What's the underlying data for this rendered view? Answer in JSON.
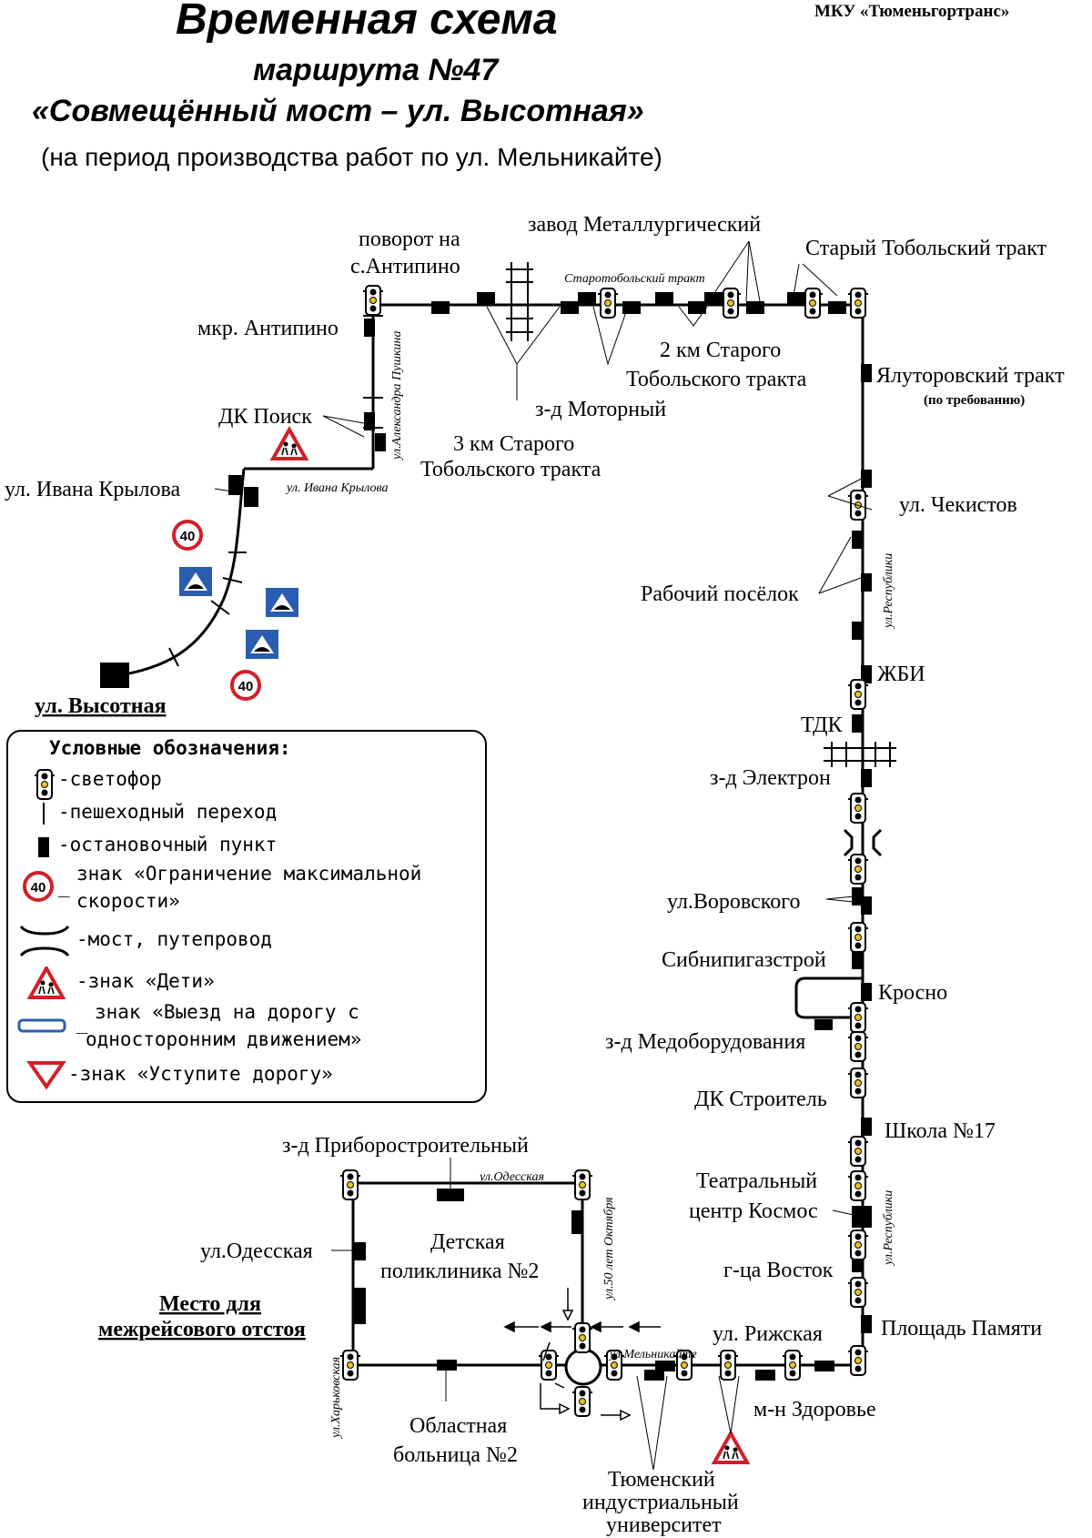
{
  "header": {
    "org": "МКУ «Тюменьгортранс»",
    "title1": "Временная схема",
    "title2": "маршрута №47",
    "title3": "«Совмещённый мост – ул. Высотная»",
    "subtitle": "(на период производства работ по ул. Мельникайте)"
  },
  "stops": {
    "antipino_turn_1": "поворот на",
    "antipino_turn_2": "с.Антипино",
    "zavod_met": "завод Металлургический",
    "old_tob": "Старый Тобольский тракт",
    "mkr_antipino": "мкр. Антипино",
    "dk_poisk": "ДК Поиск",
    "iv_krylova": "ул. Ивана Крылова",
    "vysotnaya": "ул. Высотная",
    "km3_1": "3 км Старого",
    "km3_2": "Тобольского тракта",
    "motorny": "з-д Моторный",
    "km2_1": "2 км Старого",
    "km2_2": "Тобольского тракта",
    "yalutor": "Ялуторовский тракт",
    "yalutor_note": "(по требованию)",
    "chekistov": "ул. Чекистов",
    "rab_pos": "Рабочий посёлок",
    "zhbi": "ЖБИ",
    "tdk": "ТДК",
    "elektron": "з-д Электрон",
    "vorovsk": "ул.Воровского",
    "sibnipi": "Сибнипигазстрой",
    "krosno": "Кросно",
    "medob": "з-д Медоборудования",
    "dk_stroit": "ДК Строитель",
    "shkola17": "Школа №17",
    "teatr_1": "Театральный",
    "teatr_2": "центр Космос",
    "vostok": "г-ца Восток",
    "pl_pamyati": "Площадь Памяти",
    "rizhskaya": "ул. Рижская",
    "zdorovie": "м-н Здоровье",
    "tiu_1": "Тюменский",
    "tiu_2": "индустриальный",
    "tiu_3": "университет",
    "obl_bol_1": "Областная",
    "obl_bol_2": "больница №2",
    "det_pol_1": "Детская",
    "det_pol_2": "поликлиника №2",
    "priborostr": "з-д Приборостроительный",
    "odesskaya": "ул.Одесская",
    "mesto_1": "Место для",
    "mesto_2": "межрейсового отстоя"
  },
  "streets": {
    "starotob": "Старотобольский тракт",
    "pushkina": "ул.Александра Пушкина",
    "krylova": "ул. Ивана Крылова",
    "respubliki_1": "ул.Республики",
    "respubliki_2": "ул.Республики",
    "odesskaya": "ул.Одесская",
    "oktyabrya": "ул.50 лет Октября",
    "melnikaite": "ул.Мельникайте",
    "kharkovskaya": "ул.Харьковская"
  },
  "signs": {
    "speed": "40"
  },
  "legend": {
    "title": "Условные обозначения:",
    "traffic_light": "-светофор",
    "crossing": "-пешеходный переход",
    "stop": "-остановочный пункт",
    "speed_1": "знак «Ограничение максимальной",
    "speed_2": "скорости»",
    "bridge": "-мост, путепровод",
    "children": "-знак «Дети»",
    "oneway_1": "знак «Выезд на дорогу с",
    "oneway_2": "односторонним движением»",
    "yield": "-знак «Уступите дорогу»"
  },
  "colors": {
    "route": "#000000",
    "sign_red": "#d0202a",
    "sign_blue": "#2a5db0",
    "light_yellow": "#e8c020"
  }
}
